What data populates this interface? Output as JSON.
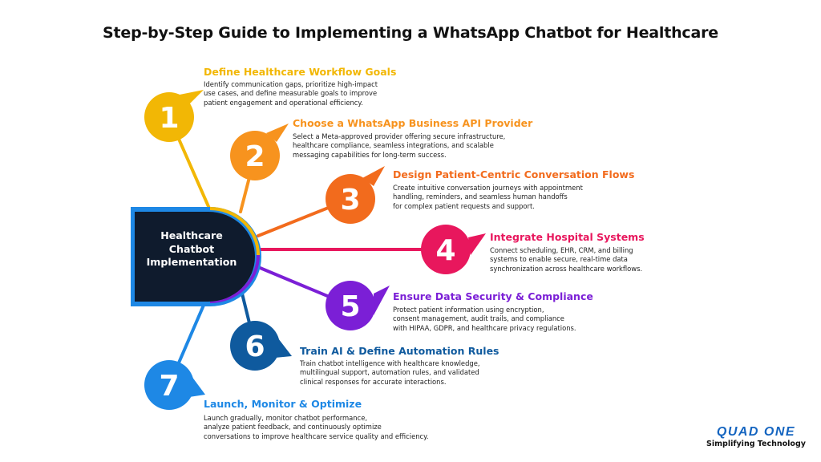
{
  "title": "Step-by-Step Guide to Implementing a WhatsApp Chatbot for Healthcare",
  "hub": {
    "lines": [
      "Healthcare",
      "Chatbot",
      "Implementation"
    ],
    "color": "#0F1B2D",
    "border_color": "#1E88E5"
  },
  "steps": [
    {
      "number": "1",
      "color": "#F2B705",
      "title": "Define Healthcare Workflow Goals",
      "desc": [
        "Identify communication gaps, prioritize high-impact",
        "use cases, and define measurable goals to improve",
        "patient engagement and operational efficiency."
      ]
    },
    {
      "number": "2",
      "color": "#F7931E",
      "title": "Choose a WhatsApp Business API Provider",
      "desc": [
        "Select a Meta-approved provider offering secure infrastructure,",
        "healthcare compliance, seamless integrations, and scalable",
        "messaging capabilities for long-term success."
      ]
    },
    {
      "number": "3",
      "color": "#F26B1D",
      "title": "Design Patient-Centric Conversation Flows",
      "desc": [
        "Create intuitive conversation journeys with appointment",
        "handling, reminders, and seamless human handoffs",
        "for complex patient requests and support."
      ]
    },
    {
      "number": "4",
      "color": "#E8175D",
      "title": "Integrate Hospital Systems",
      "desc": [
        "Connect scheduling, EHR, CRM, and billing",
        "systems to enable secure, real-time data",
        "synchronization across healthcare workflows."
      ]
    },
    {
      "number": "5",
      "color": "#7B1FD6",
      "title": "Ensure Data Security & Compliance",
      "desc": [
        "Protect patient information using encryption,",
        "consent management, audit trails, and compliance",
        "with HIPAA, GDPR, and healthcare privacy regulations."
      ]
    },
    {
      "number": "6",
      "color": "#0F5A9E",
      "title": "Train AI & Define Automation Rules",
      "desc": [
        "Train chatbot intelligence with healthcare knowledge,",
        "multilingual support, automation rules, and validated",
        "clinical responses for accurate interactions."
      ]
    },
    {
      "number": "7",
      "color": "#1E88E5",
      "title": "Launch, Monitor & Optimize",
      "desc": [
        "Launch gradually, monitor chatbot performance,",
        "analyze patient feedback, and continuously optimize",
        "conversations to improve healthcare service quality and efficiency."
      ]
    }
  ],
  "logo": {
    "name": "QUAD ONE",
    "tagline": "Simplifying Technology"
  }
}
